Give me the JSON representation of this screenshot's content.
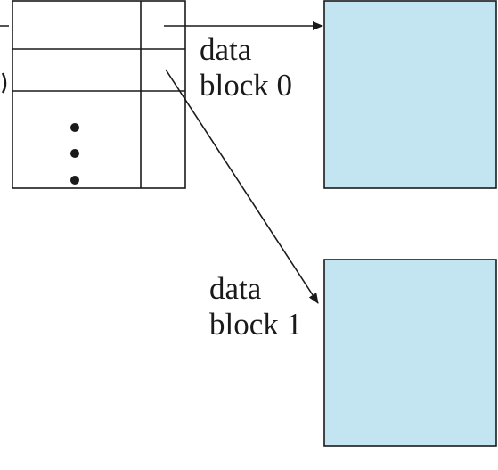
{
  "diagram": {
    "labels": {
      "block0_line1": "data",
      "block0_line2": "block 0",
      "block1_line1": "data",
      "block1_line2": "block 1"
    },
    "colors": {
      "data_block_fill": "#c3e5f2",
      "stroke": "#1a1a1a",
      "background": "#ffffff"
    }
  }
}
